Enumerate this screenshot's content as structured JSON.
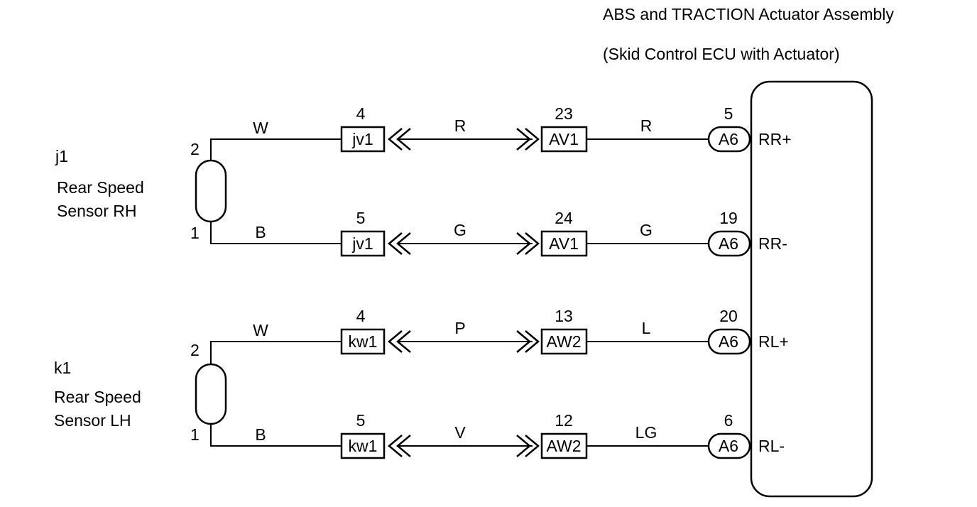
{
  "ecu": {
    "title_line1": "ABS and TRACTION Actuator Assembly",
    "title_line2": "(Skid Control ECU with Actuator)"
  },
  "sensors": [
    {
      "code": "j1",
      "name_line1": "Rear Speed",
      "name_line2": "Sensor RH",
      "pin_top": "2",
      "pin_bottom": "1"
    },
    {
      "code": "k1",
      "name_line1": "Rear Speed",
      "name_line2": "Sensor LH",
      "pin_top": "2",
      "pin_bottom": "1"
    }
  ],
  "circuits": [
    {
      "wire_sensor": "W",
      "conn1": "jv1",
      "conn1_pin": "4",
      "wire_mid": "R",
      "conn2": "AV1",
      "conn2_pin": "23",
      "wire_ecu": "R",
      "ecu_conn": "A6",
      "ecu_pin": "5",
      "terminal": "RR+"
    },
    {
      "wire_sensor": "B",
      "conn1": "jv1",
      "conn1_pin": "5",
      "wire_mid": "G",
      "conn2": "AV1",
      "conn2_pin": "24",
      "wire_ecu": "G",
      "ecu_conn": "A6",
      "ecu_pin": "19",
      "terminal": "RR-"
    },
    {
      "wire_sensor": "W",
      "conn1": "kw1",
      "conn1_pin": "4",
      "wire_mid": "P",
      "conn2": "AW2",
      "conn2_pin": "13",
      "wire_ecu": "L",
      "ecu_conn": "A6",
      "ecu_pin": "20",
      "terminal": "RL+"
    },
    {
      "wire_sensor": "B",
      "conn1": "kw1",
      "conn1_pin": "5",
      "wire_mid": "V",
      "conn2": "AW2",
      "conn2_pin": "12",
      "wire_ecu": "LG",
      "ecu_conn": "A6",
      "ecu_pin": "6",
      "terminal": "RL-"
    }
  ]
}
